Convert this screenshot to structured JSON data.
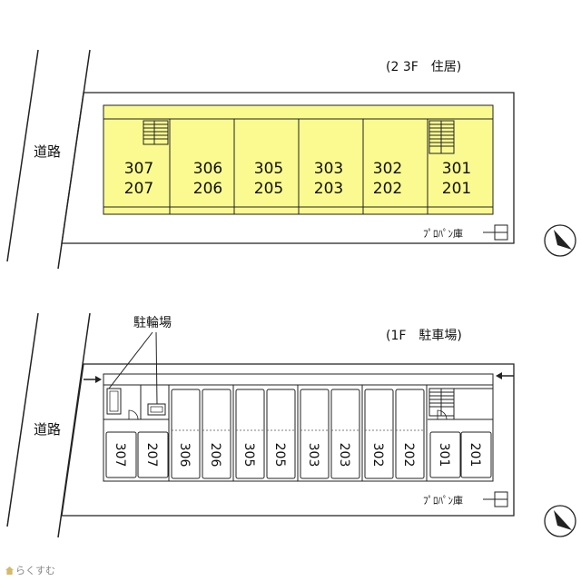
{
  "upper": {
    "heading": "(2 3F　住居)",
    "road": "道路",
    "propane": "ﾌﾟﾛﾊﾟﾝ庫",
    "units": [
      {
        "top": "307",
        "bottom": "207"
      },
      {
        "top": "306",
        "bottom": "206"
      },
      {
        "top": "305",
        "bottom": "205"
      },
      {
        "top": "303",
        "bottom": "203"
      },
      {
        "top": "302",
        "bottom": "202"
      },
      {
        "top": "301",
        "bottom": "201"
      }
    ]
  },
  "lower": {
    "heading": "(1F　駐車場)",
    "road": "道路",
    "bike_parking": "駐輪場",
    "propane": "ﾌﾟﾛﾊﾟﾝ庫",
    "spaces": [
      "307",
      "207",
      "306",
      "206",
      "305",
      "205",
      "303",
      "203",
      "302",
      "202",
      "301",
      "201"
    ]
  },
  "watermark": "らくすむ",
  "colors": {
    "units_fill": "#fafa90",
    "line": "#222222"
  }
}
